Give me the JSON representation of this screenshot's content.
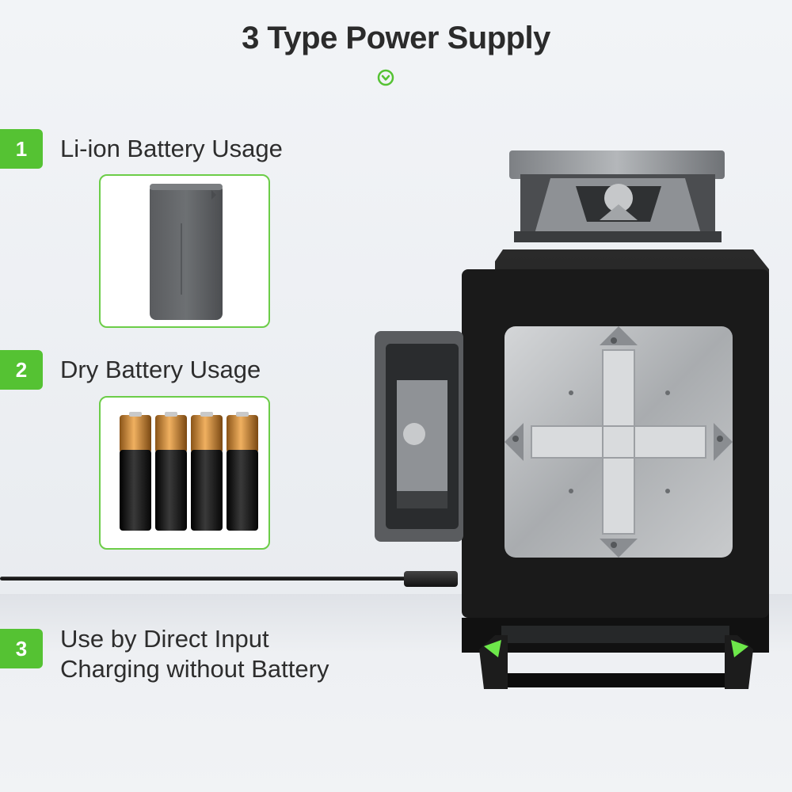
{
  "title": "3 Type Power Supply",
  "items": [
    {
      "number": "1",
      "label": "Li-ion Battery Usage"
    },
    {
      "number": "2",
      "label": "Dry Battery Usage"
    },
    {
      "number": "3",
      "label_line1": "Use by Direct Input",
      "label_line2": "Charging without Battery"
    }
  ],
  "colors": {
    "accent": "#55c233",
    "text": "#2d2d2d",
    "device_body": "#1c1c1c",
    "device_metal": "#b9bcbf",
    "battery_copper": "#d08a36"
  },
  "icons": [
    "chevron-down-icon"
  ]
}
